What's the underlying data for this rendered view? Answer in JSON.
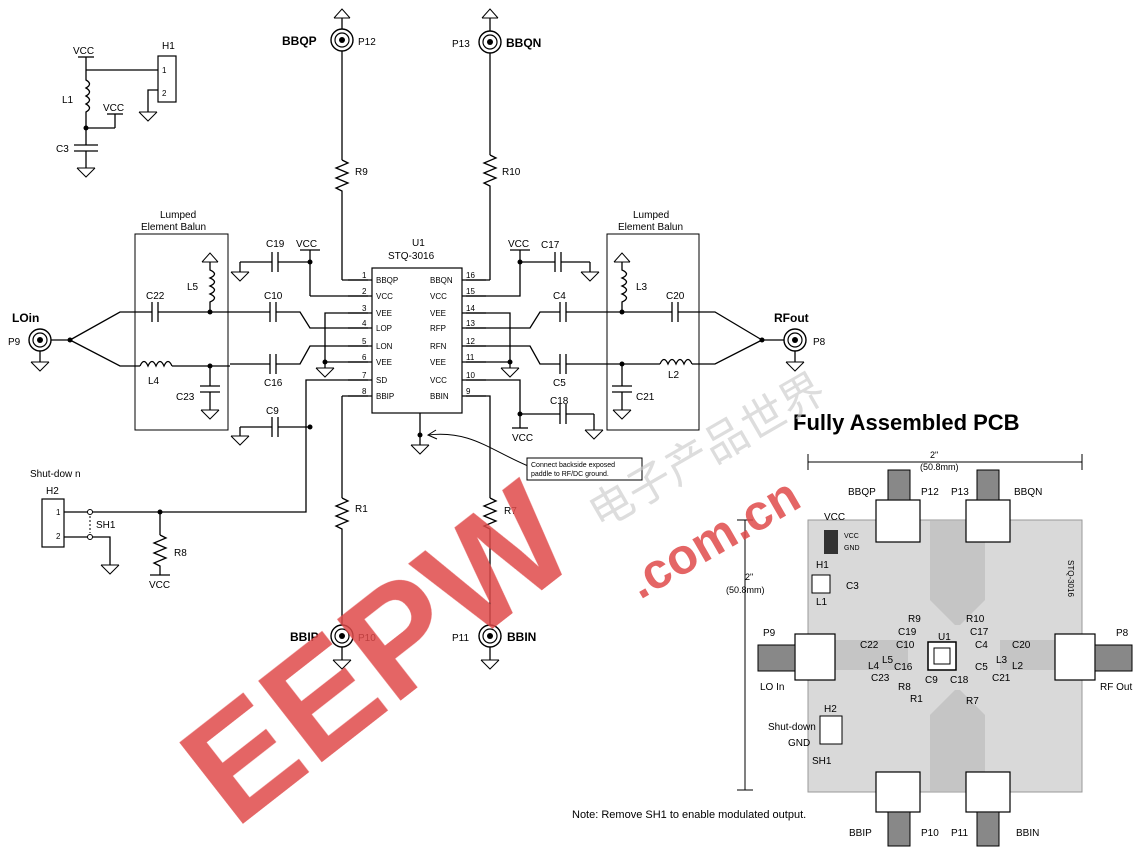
{
  "pcb_title": "Fully Assembled PCB",
  "ic": {
    "ref": "U1",
    "part": "STQ-3016",
    "left_pins": [
      {
        "num": "1",
        "name": "BBQP"
      },
      {
        "num": "2",
        "name": "VCC"
      },
      {
        "num": "3",
        "name": "VEE"
      },
      {
        "num": "4",
        "name": "LOP"
      },
      {
        "num": "5",
        "name": "LON"
      },
      {
        "num": "6",
        "name": "VEE"
      },
      {
        "num": "7",
        "name": "SD"
      },
      {
        "num": "8",
        "name": "BBIP"
      }
    ],
    "right_pins": [
      {
        "num": "16",
        "name": "BBQN"
      },
      {
        "num": "15",
        "name": "VCC"
      },
      {
        "num": "14",
        "name": "VEE"
      },
      {
        "num": "13",
        "name": "RFP"
      },
      {
        "num": "12",
        "name": "RFN"
      },
      {
        "num": "11",
        "name": "VEE"
      },
      {
        "num": "10",
        "name": "VCC"
      },
      {
        "num": "9",
        "name": "BBIN"
      }
    ]
  },
  "ports": {
    "bbqp": "BBQP",
    "p12": "P12",
    "p13": "P13",
    "bbqn": "BBQN",
    "loin": "LOin",
    "p9": "P9",
    "rfout": "RFout",
    "p8": "P8",
    "bbip": "BBIP",
    "p10": "P10",
    "p11": "P11",
    "bbin": "BBIN"
  },
  "balun": {
    "left_line1": "Lumped",
    "left_line2": "Element Balun",
    "right_line1": "Lumped",
    "right_line2": "Element Balun"
  },
  "parts": {
    "r9": "R9",
    "r10": "R10",
    "r1": "R1",
    "r7": "R7",
    "r8": "R8",
    "c19": "C19",
    "c10": "C10",
    "c16": "C16",
    "c9": "C9",
    "c22": "C22",
    "c23": "C23",
    "c17": "C17",
    "c4": "C4",
    "c5": "C5",
    "c18": "C18",
    "c20": "C20",
    "c21": "C21",
    "l5": "L5",
    "l4": "L4",
    "l3": "L3",
    "l2": "L2",
    "l1": "L1",
    "c3": "C3",
    "h1": "H1",
    "h2": "H2",
    "sh1": "SH1",
    "h1p1": "1",
    "h1p2": "2",
    "h2p1": "1",
    "h2p2": "2"
  },
  "power": {
    "vcc": "VCC"
  },
  "shutdown_label": "Shut-dow n",
  "paddle_note": {
    "line1": "Connect backside exposed",
    "line2": "paddle to RF/DC ground."
  },
  "pcb": {
    "dim_w": "2\"",
    "dim_w_mm": "(50.8mm)",
    "dim_h": "2\"",
    "dim_h_mm": "(50.8mm)",
    "bbqp": "BBQP",
    "p12": "P12",
    "p13": "P13",
    "bbqn": "BBQN",
    "vcc": "VCC",
    "h1": "H1",
    "l1": "L1",
    "c3": "C3",
    "p9": "P9",
    "lo_in": "LO In",
    "p8": "P8",
    "rf_out": "RF Out",
    "r9": "R9",
    "r10": "R10",
    "c19": "C19",
    "c17": "C17",
    "u1": "U1",
    "c22": "C22",
    "c10": "C10",
    "c4": "C4",
    "c20": "C20",
    "l5": "L5",
    "l4": "L4",
    "c16": "C16",
    "c5": "C5",
    "l3": "L3",
    "l2": "L2",
    "c23": "C23",
    "c9": "C9",
    "c18": "C18",
    "c21": "C21",
    "r8": "R8",
    "r1": "R1",
    "r7": "R7",
    "shutdown": "Shut-down",
    "gnd": "GND",
    "h2": "H2",
    "sh1": "SH1",
    "bbip": "BBIP",
    "p10": "P10",
    "p11": "P11",
    "bbin": "BBIN",
    "silk_vcc": "VCC",
    "silk_gnd": "GND",
    "silk_part": "STQ-3016"
  },
  "pcb_note": "Note: Remove SH1 to enable modulated output.",
  "watermark": {
    "brand": "EEPW",
    "domain": ".com.cn",
    "cjk": "电子产品世界"
  },
  "colors": {
    "watermark": "#e04a4a",
    "pcb_board": "#d9d9d9",
    "pcb_trace": "#b8b8b8",
    "ink": "#000000"
  }
}
